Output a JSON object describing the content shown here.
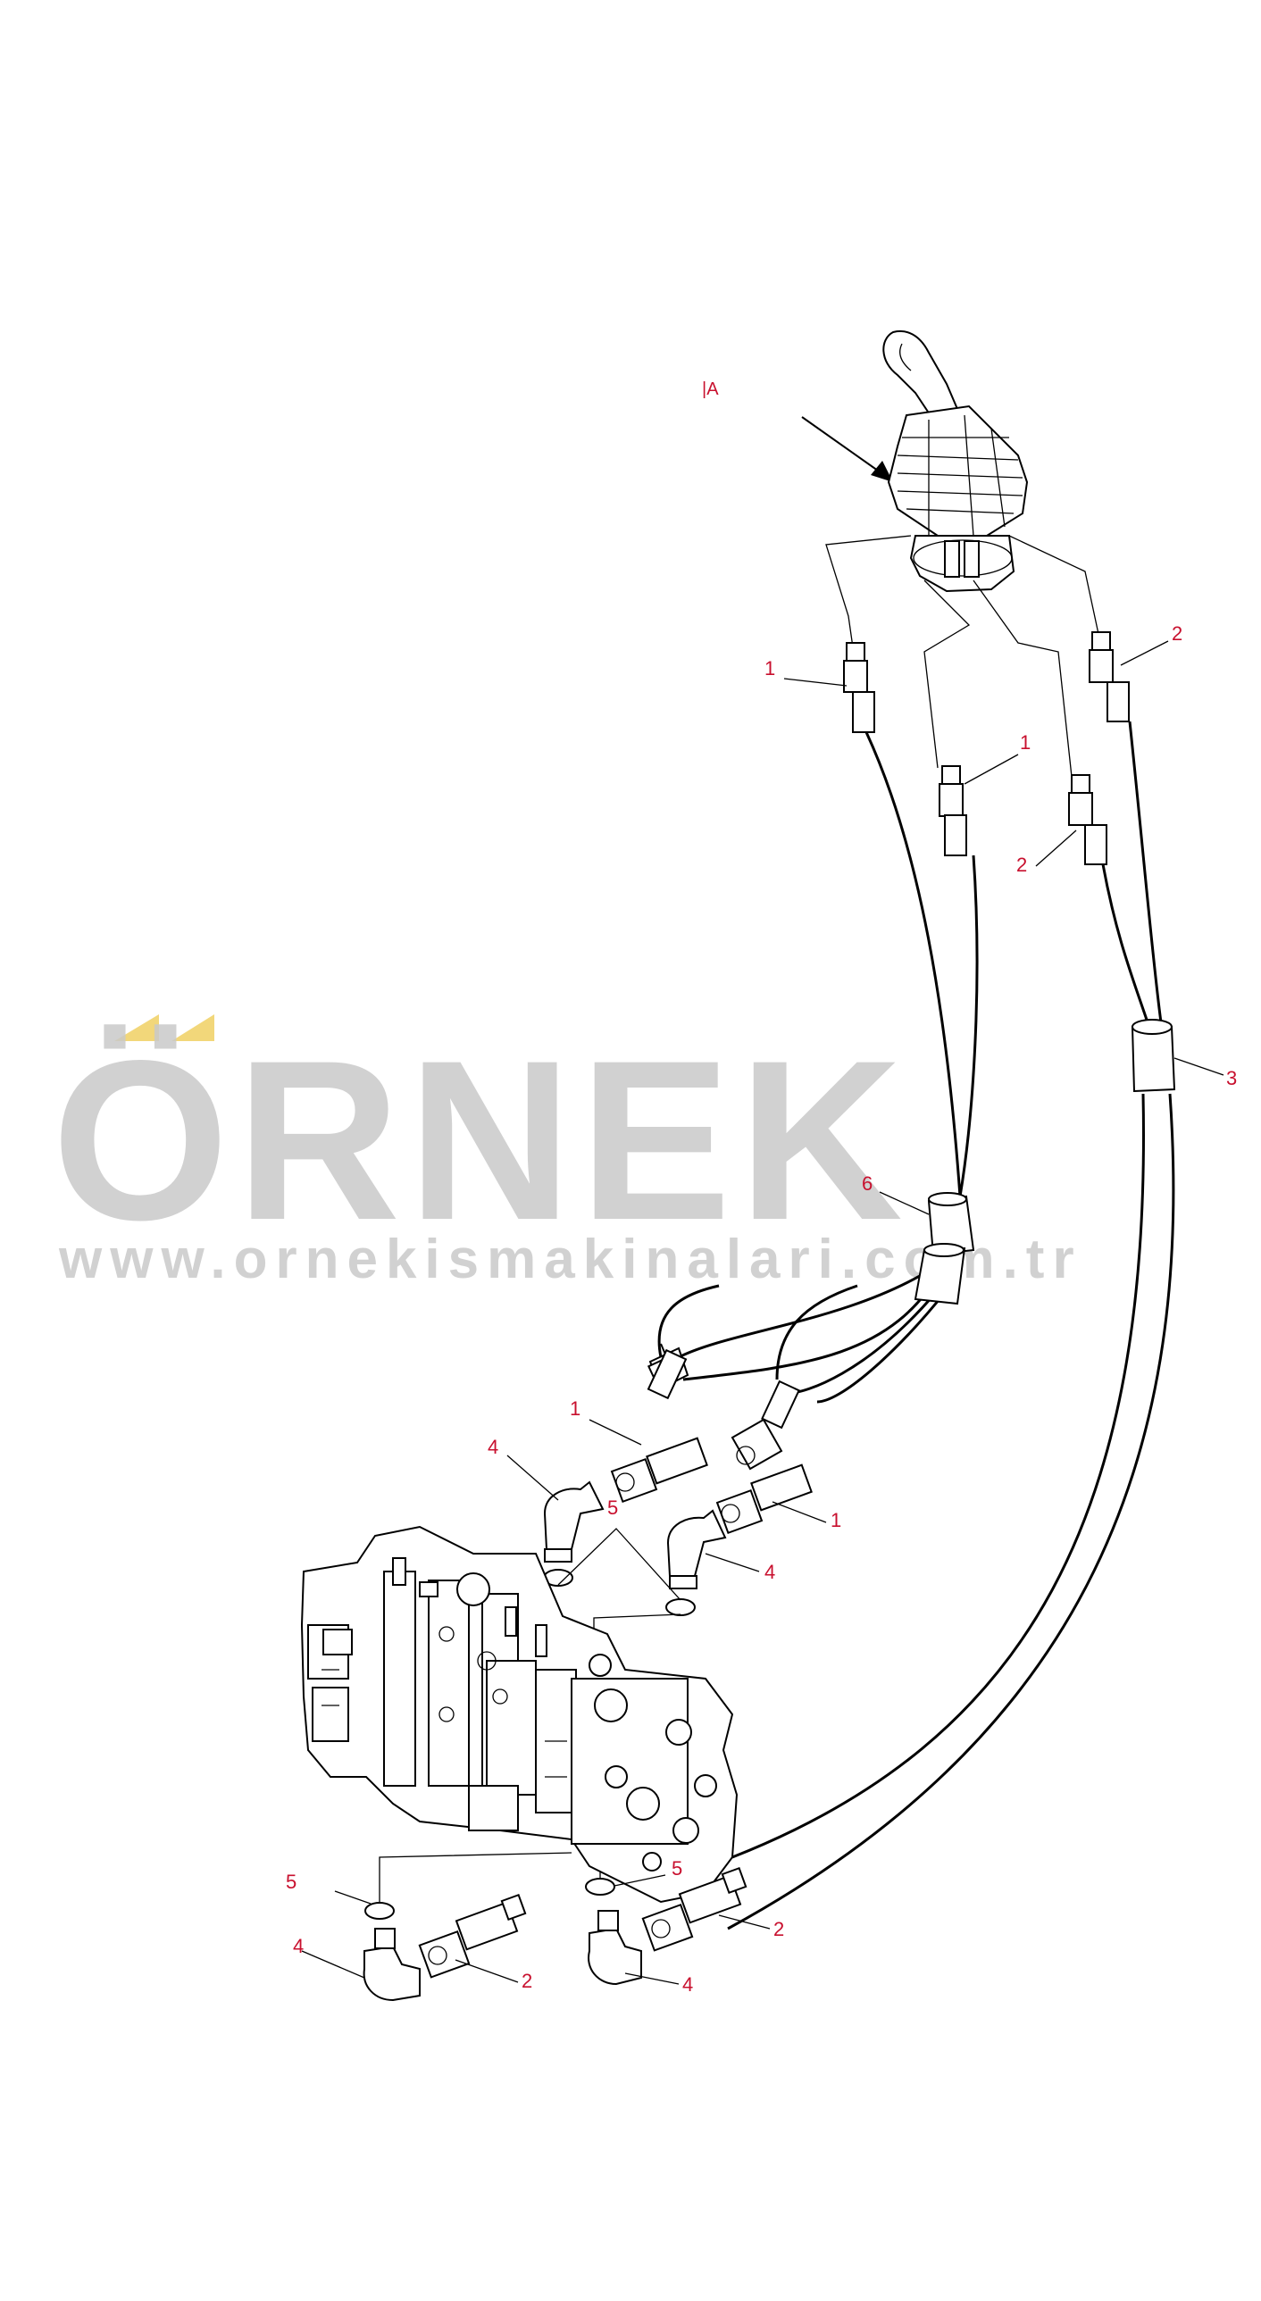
{
  "diagram": {
    "view_label": "|A",
    "watermark": {
      "brand": "ÖRNEK",
      "url": "www.ornekismakinalari.com.tr",
      "brand_color": "#c9c9c9",
      "accent_color": "#f2d77a"
    },
    "callout_color": "#c8102e",
    "callouts": [
      {
        "id": "c1a",
        "text": "1"
      },
      {
        "id": "c1b",
        "text": "1"
      },
      {
        "id": "c2a",
        "text": "2"
      },
      {
        "id": "c2b",
        "text": "2"
      },
      {
        "id": "c3",
        "text": "3"
      },
      {
        "id": "c6",
        "text": "6"
      },
      {
        "id": "c1c",
        "text": "1"
      },
      {
        "id": "c4a",
        "text": "4"
      },
      {
        "id": "c5a",
        "text": "5"
      },
      {
        "id": "c1d",
        "text": "1"
      },
      {
        "id": "c4b",
        "text": "4"
      },
      {
        "id": "c5b",
        "text": "5"
      },
      {
        "id": "c5c",
        "text": "5"
      },
      {
        "id": "c4c",
        "text": "4"
      },
      {
        "id": "c2c",
        "text": "2"
      },
      {
        "id": "c2d",
        "text": "2"
      },
      {
        "id": "c4d",
        "text": "4"
      }
    ]
  }
}
